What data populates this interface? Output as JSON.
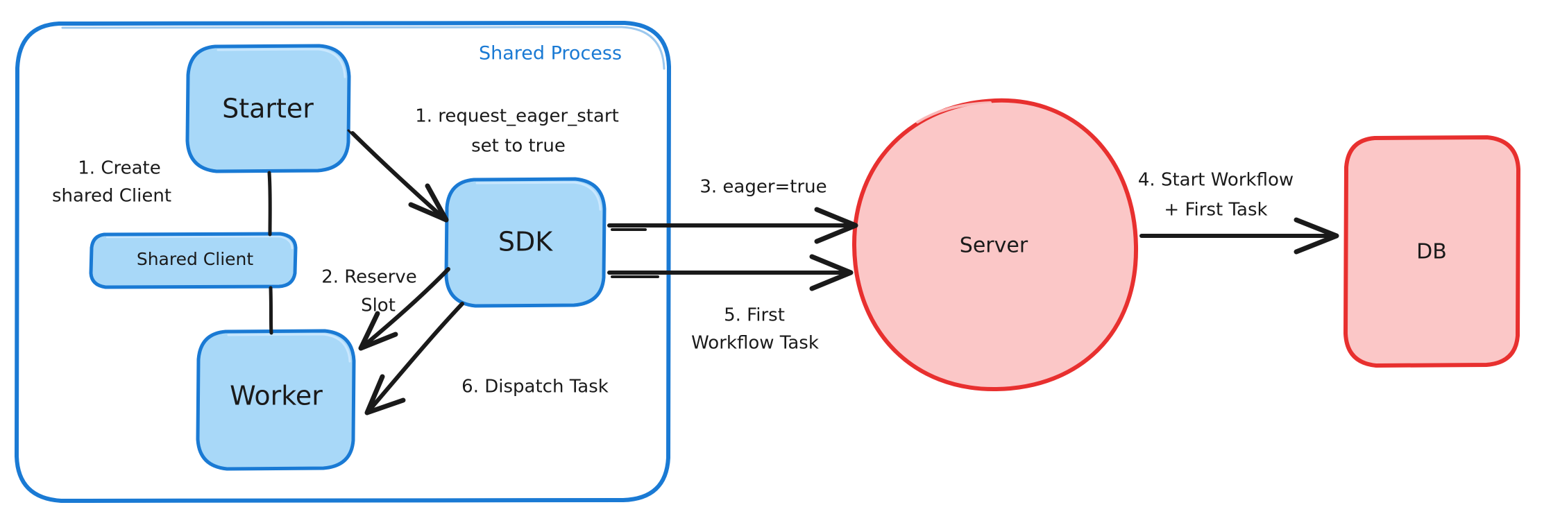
{
  "diagram": {
    "title": "Shared Process eager workflow start flow",
    "background": "#ffffff",
    "colors": {
      "blue_fill": "#a8d8f8",
      "blue_stroke": "#1a7ad4",
      "red_fill": "#fbc7c7",
      "red_stroke": "#e8302f",
      "line": "#1a1a1a",
      "group_label": "#1a7ad4"
    },
    "group": {
      "name": "shared-process",
      "label": "Shared Process"
    },
    "nodes": [
      {
        "id": "starter",
        "label": "Starter",
        "shape": "rounded-rect",
        "color": "blue"
      },
      {
        "id": "shared-client",
        "label": "Shared Client",
        "shape": "rounded-rect",
        "color": "blue"
      },
      {
        "id": "worker",
        "label": "Worker",
        "shape": "rounded-rect",
        "color": "blue"
      },
      {
        "id": "sdk",
        "label": "SDK",
        "shape": "rounded-rect",
        "color": "blue"
      },
      {
        "id": "server",
        "label": "Server",
        "shape": "ellipse",
        "color": "red"
      },
      {
        "id": "db",
        "label": "DB",
        "shape": "rounded-rect",
        "color": "red"
      }
    ],
    "edges": [
      {
        "id": "e1",
        "from": "starter",
        "to": "shared-client",
        "arrow": false,
        "label_line1": "1. Create",
        "label_line2": "shared Client"
      },
      {
        "id": "e2",
        "from": "starter",
        "to": "sdk",
        "arrow": true,
        "label_line1": "1. request_eager_start",
        "label_line2": "set to true"
      },
      {
        "id": "e3",
        "from": "sdk",
        "to": "worker",
        "arrow": true,
        "label_line1": "2. Reserve",
        "label_line2": "Slot"
      },
      {
        "id": "e4",
        "from": "sdk",
        "to": "server",
        "arrow": true,
        "label_line1": "3. eager=true",
        "label_line2": ""
      },
      {
        "id": "e5",
        "from": "server",
        "to": "db",
        "arrow": true,
        "label_line1": "4. Start Workflow",
        "label_line2": "+ First Task"
      },
      {
        "id": "e6",
        "from": "sdk",
        "to": "server",
        "arrow": true,
        "label_line1": "5. First",
        "label_line2": "Workflow Task"
      },
      {
        "id": "e7",
        "from": "sdk",
        "to": "worker",
        "arrow": true,
        "label_line1": "6. Dispatch Task",
        "label_line2": ""
      }
    ]
  }
}
